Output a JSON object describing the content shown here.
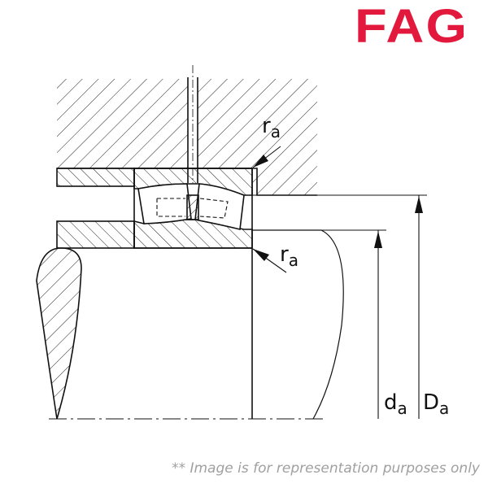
{
  "logo": {
    "text": "FAG",
    "color": "#e3183d"
  },
  "labels": {
    "ra_top": {
      "main": "r",
      "sub": "a"
    },
    "ra_bottom": {
      "main": "r",
      "sub": "a"
    },
    "da": {
      "main": "d",
      "sub": "a"
    },
    "Da": {
      "main": "D",
      "sub": "a"
    }
  },
  "footnote": "** Image is for representation purposes only"
}
